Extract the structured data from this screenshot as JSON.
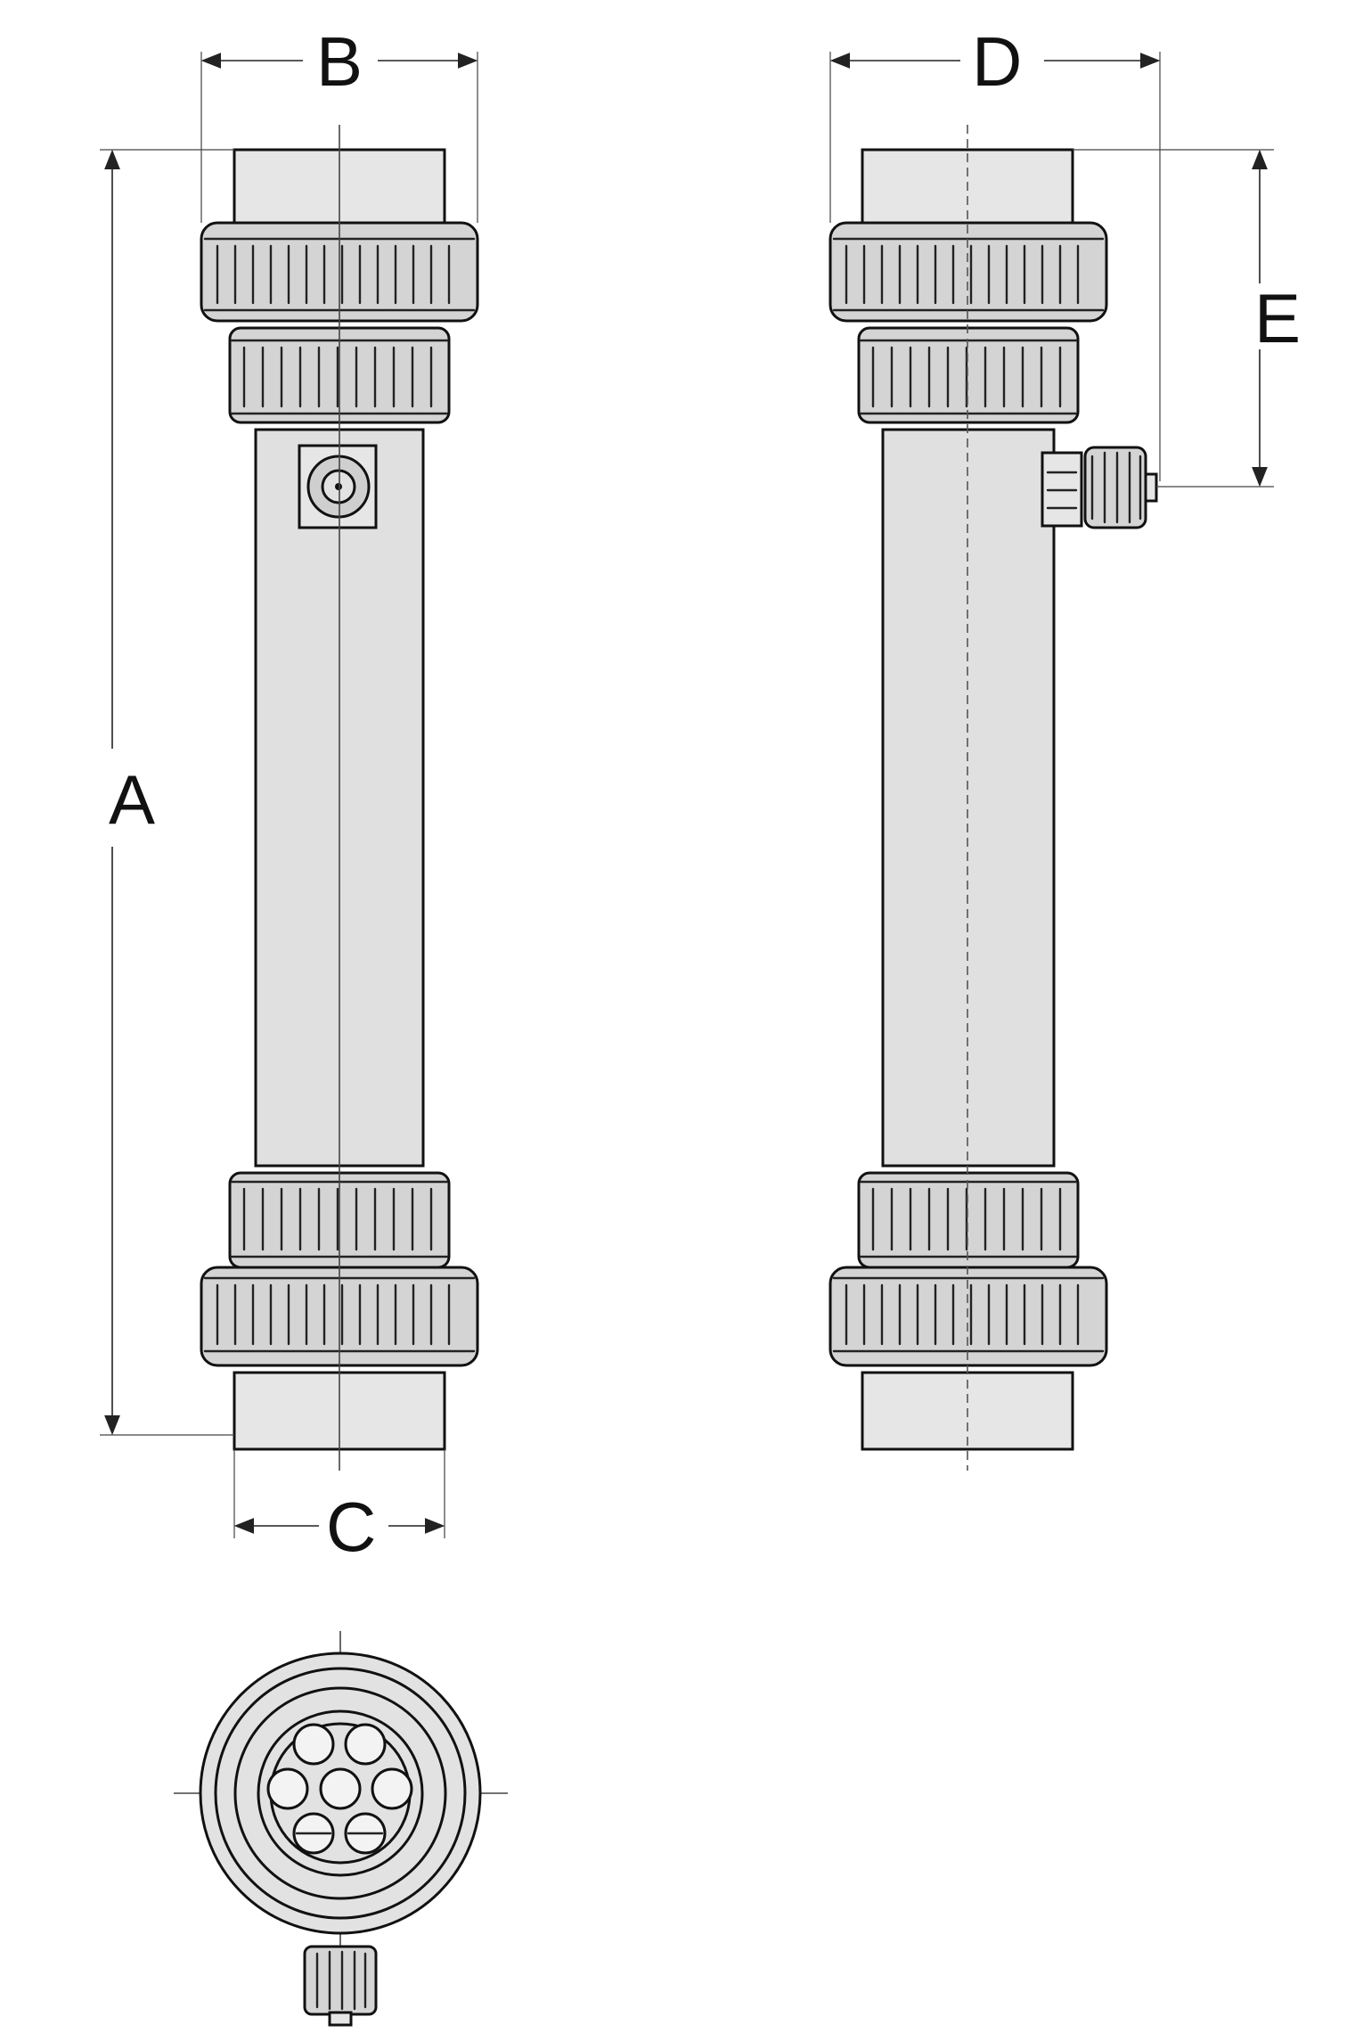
{
  "figure": {
    "views": [
      "front-view",
      "side-view",
      "end-view"
    ],
    "stroke_color": "#111111",
    "fill_color": "#d4d4d4",
    "background": "#ffffff"
  },
  "dimensions": {
    "a": "A",
    "b": "B",
    "c": "C",
    "d": "D",
    "e": "E"
  }
}
